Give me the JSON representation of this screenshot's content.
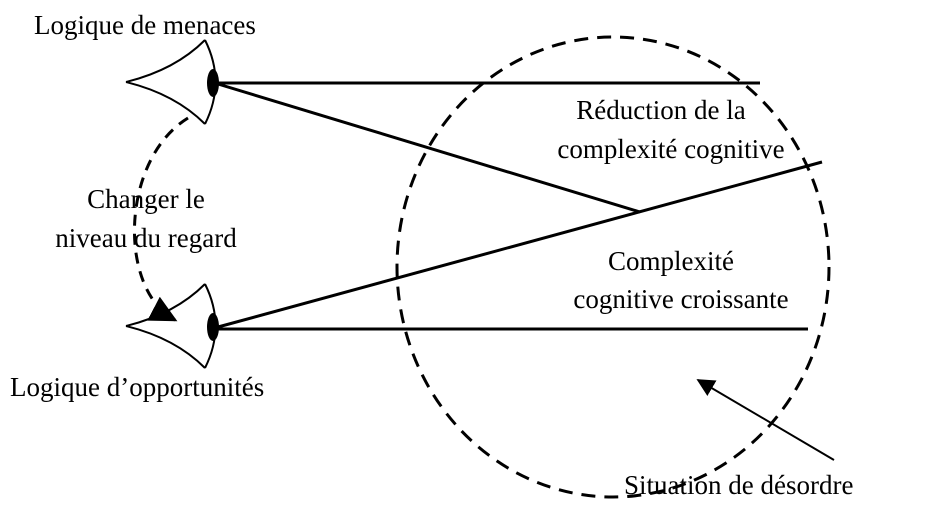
{
  "labels": {
    "top_eye": "Logique de menaces",
    "bottom_eye": "Logique d’opportunités",
    "change_line1": "Changer le",
    "change_line2": "niveau du regard",
    "reduction_line1": "Réduction de la",
    "reduction_line2": "complexité cognitive",
    "growing_line1": "Complexité",
    "growing_line2": "cognitive croissante",
    "disorder": "Situation de désordre"
  },
  "colors": {
    "stroke": "#000000",
    "background": "#ffffff"
  }
}
